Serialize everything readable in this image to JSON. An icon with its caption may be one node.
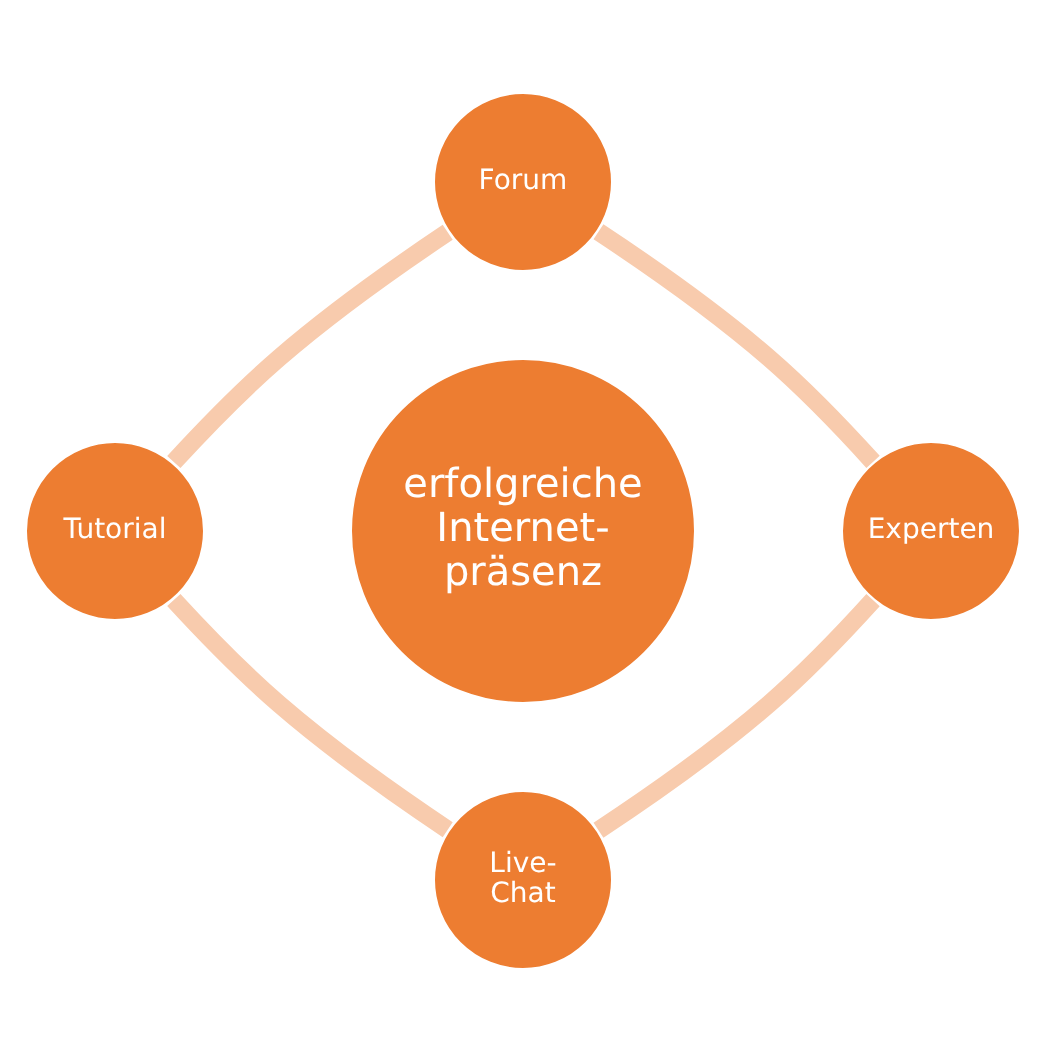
{
  "diagram": {
    "nodes": [
      {
        "text": [
          "Forum"
        ]
      },
      {
        "text": [
          "Tutorial"
        ]
      },
      {
        "text": [
          "erfolgreiche Internet-präsenz"
        ]
      },
      {
        "text": [
          "Experten"
        ]
      },
      {
        "text": [
          "Live-Chat"
        ]
      }
    ],
    "edges": [
      {
        "from": 0,
        "to": 3,
        "arrow": "none"
      },
      {
        "from": 3,
        "to": 4,
        "arrow": "none"
      },
      {
        "from": 4,
        "to": 1,
        "arrow": "none"
      },
      {
        "from": 1,
        "to": 0,
        "arrow": "none"
      }
    ]
  }
}
